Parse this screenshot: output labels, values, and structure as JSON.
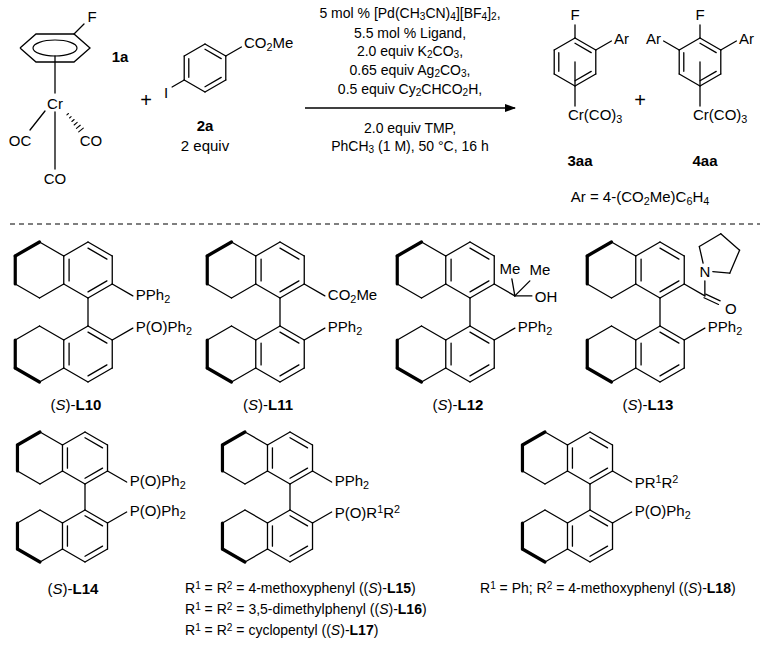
{
  "diagram": {
    "labels": [
      "5 mol % [Pd(CH3CN)4][BF4]2,",
      "5.5 mol % Ligand,",
      "2.0 equiv K2CO3,",
      "0.65 equiv Ag2CO3,",
      "0.5 equiv Cy2CHCO2H,",
      "F",
      "Cr",
      "OC",
      "CO",
      "CO",
      "1a",
      "+",
      "CO2Me",
      "I",
      "2a",
      "2 equiv",
      "2.0 equiv TMP,",
      "PhCH3 (1 M), 50 °C, 16 h",
      "F",
      "Ar",
      "Cr(CO)3",
      "3aa",
      "+",
      "Ar",
      "F",
      "Ar",
      "Cr(CO)3",
      "4aa",
      "Ar = 4-(CO2Me)C6H4",
      "PPh2",
      "P(O)Ph2",
      "(S)-L10",
      "CO2Me",
      "PPh2",
      "(S)-L11",
      "Me",
      "Me",
      "OH",
      "PPh2",
      "(S)-L12",
      "N",
      "O",
      "PPh2",
      "(S)-L13",
      "P(O)Ph2",
      "P(O)Ph2",
      "(S)-L14",
      "PPh2",
      "P(O)R1R2",
      "R1 = R2 = 4-methoxyphenyl ((S)-L15)",
      "R1 = R2 = 3,5-dimethylphenyl ((S)-L16)",
      "R1 = R2 = cyclopentyl ((S)-L17)",
      "PR1R2",
      "P(O)Ph2",
      "R1 = Ph; R2 = 4-methoxyphenyl ((S)-L18)"
    ]
  }
}
